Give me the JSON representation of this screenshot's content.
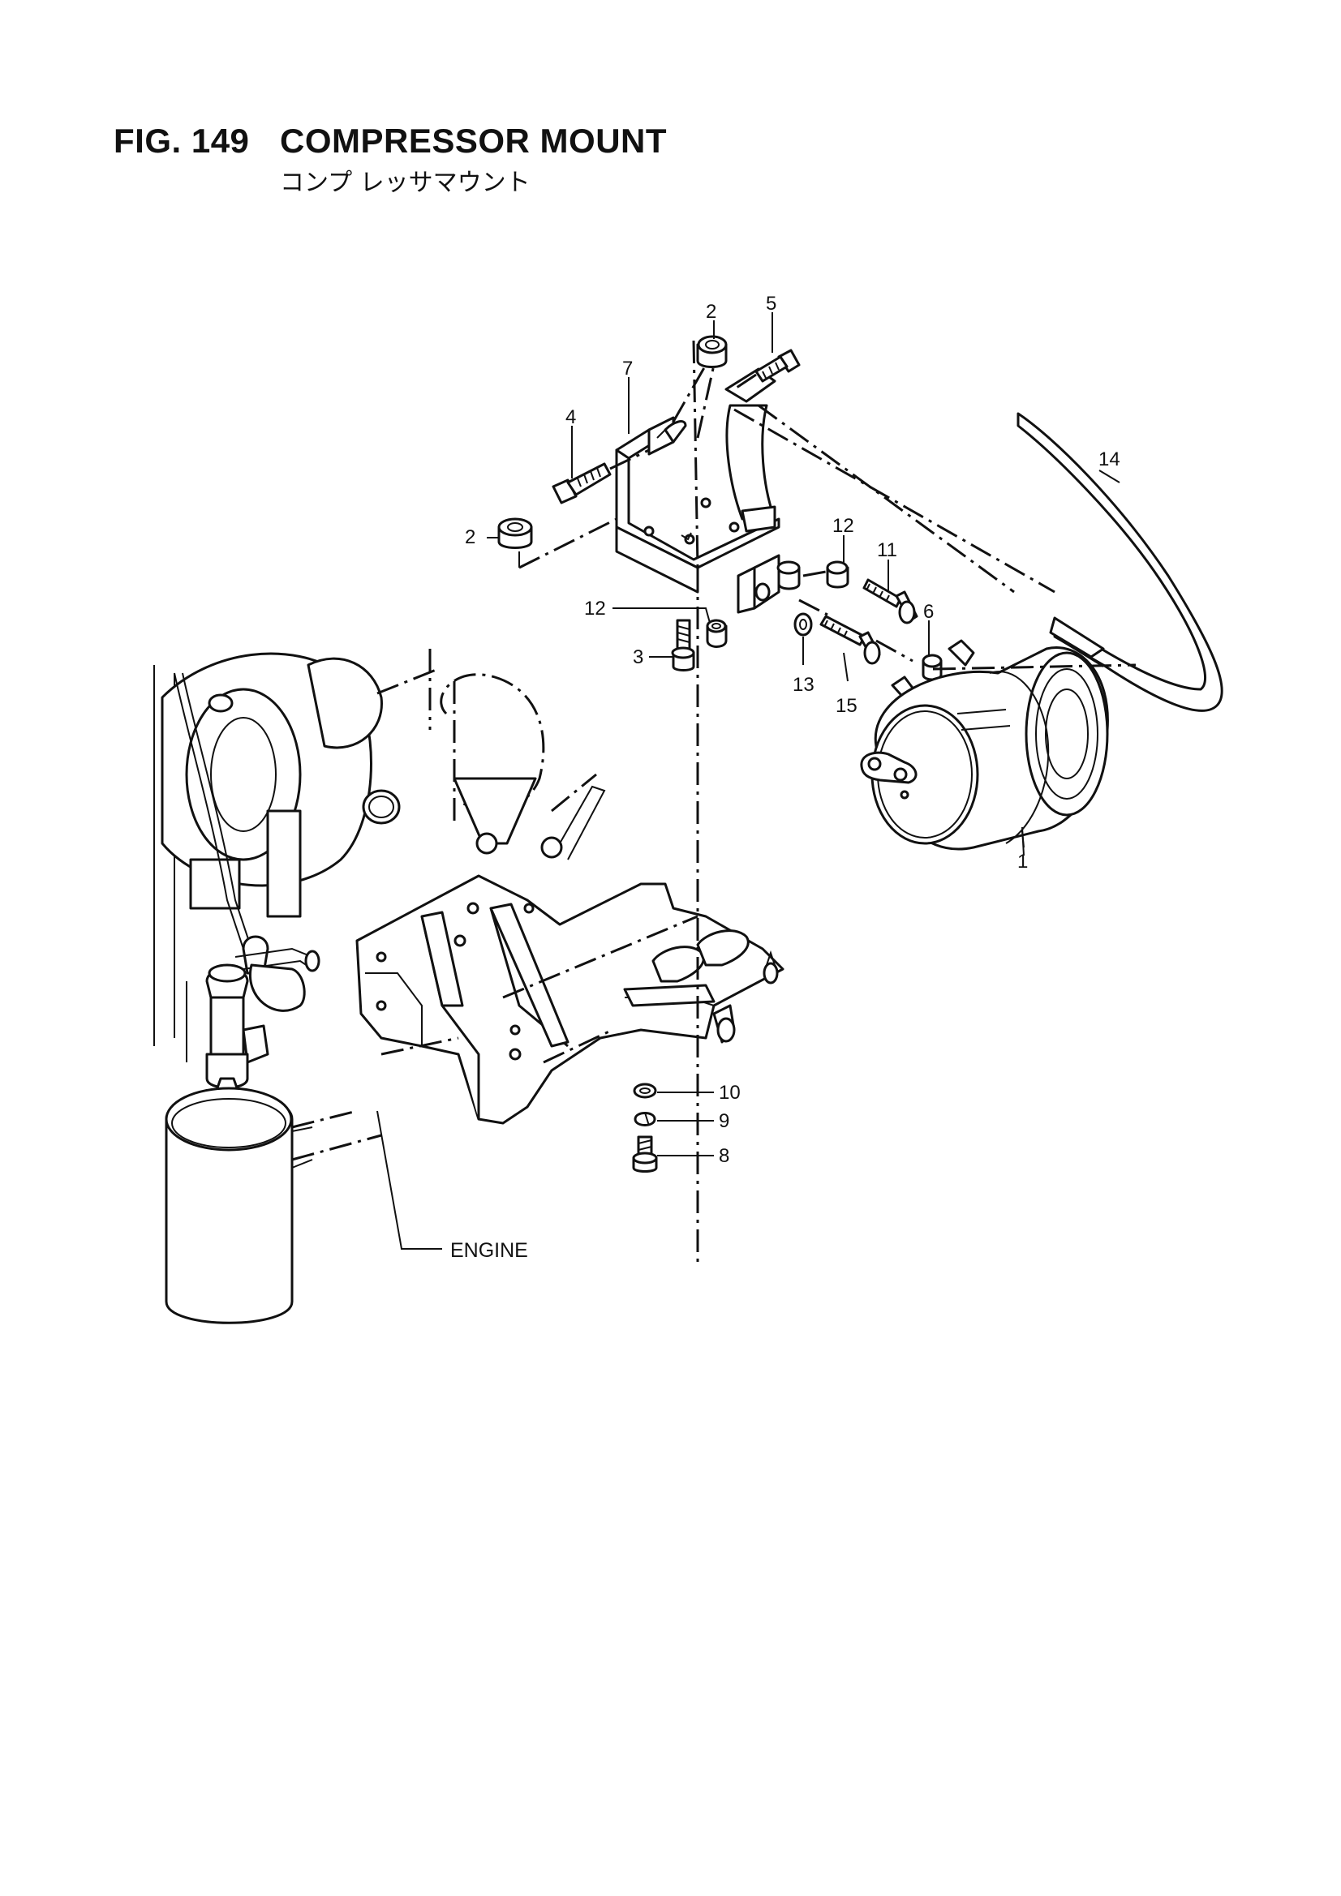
{
  "figure": {
    "number": "FIG. 149",
    "title": "COMPRESSOR MOUNT",
    "subtitle": "コンプ レッサマウント"
  },
  "callouts": {
    "c1": "1",
    "c2a": "2",
    "c2b": "2",
    "c3": "3",
    "c4": "4",
    "c5": "5",
    "c6": "6",
    "c7": "7",
    "c8": "8",
    "c9": "9",
    "c10": "10",
    "c11": "11",
    "c12a": "12",
    "c12b": "12",
    "c13": "13",
    "c14": "14",
    "c15": "15"
  },
  "labels": {
    "engine": "ENGINE"
  }
}
